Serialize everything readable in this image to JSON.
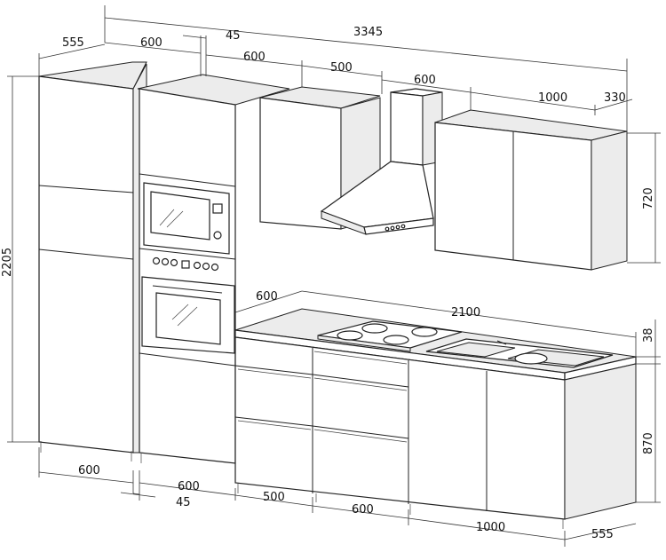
{
  "dimensions": {
    "total_width": "3345",
    "tall_depth": "555",
    "tall_unit_top": "600",
    "gap_top": "45",
    "wall_cab_1": "600",
    "wall_cab_2": "500",
    "hood": "600",
    "wall_cab_3": "1000",
    "wall_depth": "330",
    "wall_height": "720",
    "total_height": "2205",
    "worktop_depth": "600",
    "worktop_length": "2100",
    "worktop_thickness": "38",
    "base_height": "870",
    "base_1": "600",
    "base_2": "600",
    "gap_bottom": "45",
    "base_3": "500",
    "base_4": "600",
    "base_5": "1000",
    "base_depth": "555"
  }
}
